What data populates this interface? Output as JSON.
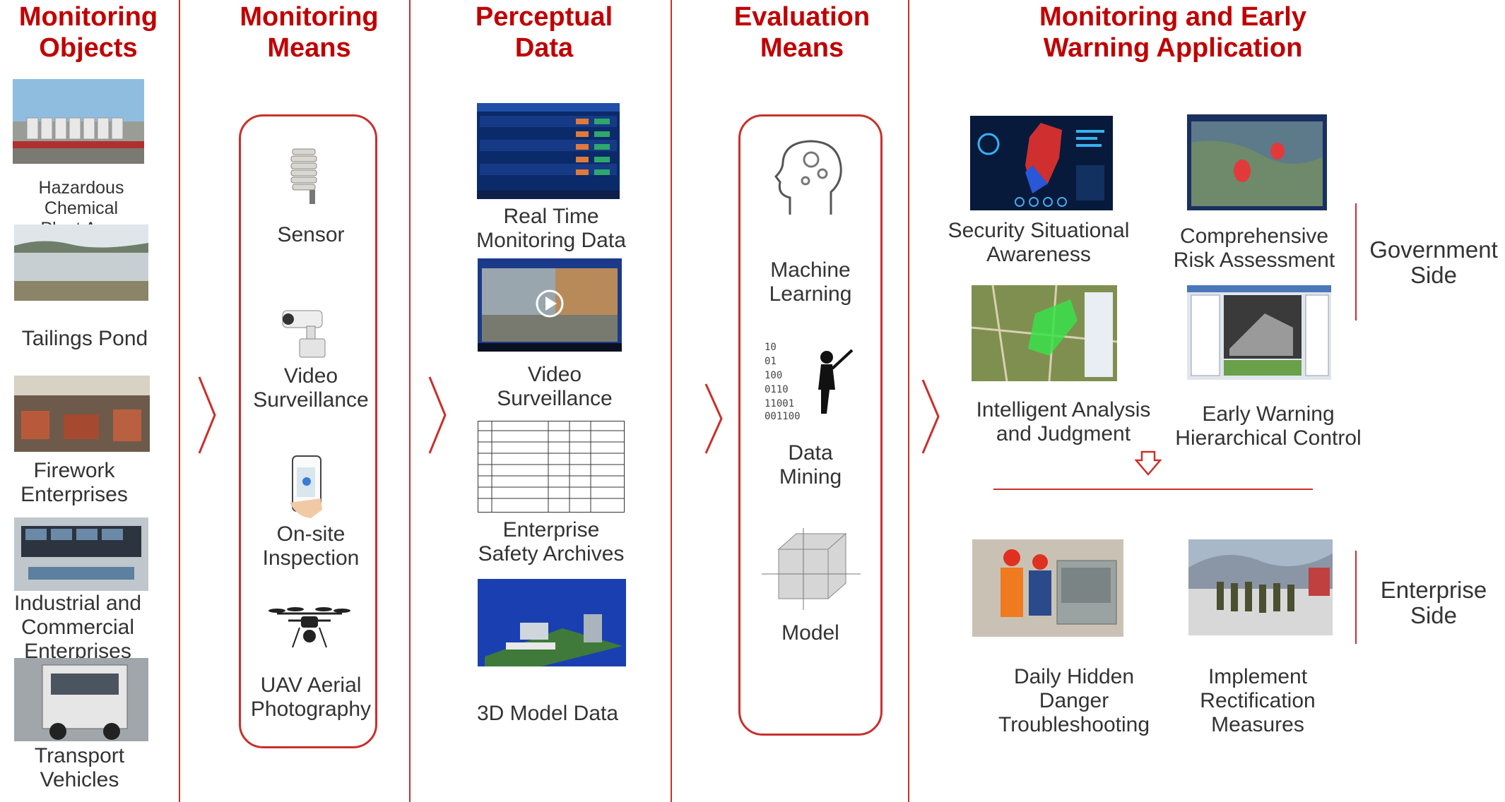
{
  "colors": {
    "accent": "#c00000",
    "line": "#c9302c",
    "text": "#333333"
  },
  "columns": {
    "objects": {
      "title_line1": "Monitoring",
      "title_line2": "Objects",
      "items": [
        {
          "l1": "Hazardous Chemical",
          "l2": "Plant Area"
        },
        {
          "l1": "Tailings Pond",
          "l2": ""
        },
        {
          "l1": "Firework",
          "l2": "Enterprises"
        },
        {
          "l1": "Industrial and",
          "l2": "Commercial",
          "l3": "Enterprises"
        },
        {
          "l1": "Transport",
          "l2": "Vehicles"
        }
      ]
    },
    "means": {
      "title_line1": "Monitoring",
      "title_line2": "Means",
      "items": [
        {
          "l1": "Sensor",
          "l2": ""
        },
        {
          "l1": "Video",
          "l2": "Surveillance"
        },
        {
          "l1": "On-site",
          "l2": "Inspection"
        },
        {
          "l1": "UAV Aerial",
          "l2": "Photography"
        }
      ]
    },
    "perceptual": {
      "title_line1": "Perceptual",
      "title_line2": "Data",
      "items": [
        {
          "l1": "Real Time",
          "l2": "Monitoring Data"
        },
        {
          "l1": "Video",
          "l2": "Surveillance"
        },
        {
          "l1": "Enterprise",
          "l2": "Safety Archives"
        },
        {
          "l1": "3D Model Data",
          "l2": ""
        }
      ]
    },
    "evaluation": {
      "title_line1": "Evaluation",
      "title_line2": "Means",
      "items": [
        {
          "l1": "Machine",
          "l2": "Learning"
        },
        {
          "l1": "Data",
          "l2": "Mining"
        },
        {
          "l1": "Model",
          "l2": ""
        }
      ]
    },
    "application": {
      "title_line1": "Monitoring and Early",
      "title_line2": "Warning Application",
      "government": {
        "side_l1": "Government",
        "side_l2": "Side",
        "items": [
          {
            "l1": "Security Situational",
            "l2": "Awareness"
          },
          {
            "l1": "Comprehensive",
            "l2": "Risk Assessment"
          },
          {
            "l1": "Intelligent Analysis",
            "l2": "and Judgment"
          },
          {
            "l1": "Early Warning",
            "l2": "Hierarchical Control"
          }
        ]
      },
      "enterprise": {
        "side_l1": "Enterprise",
        "side_l2": "Side",
        "items": [
          {
            "l1": "Daily Hidden",
            "l2": "Danger",
            "l3": "Troubleshooting"
          },
          {
            "l1": "Implement",
            "l2": "Rectification",
            "l3": "Measures"
          }
        ]
      }
    }
  }
}
